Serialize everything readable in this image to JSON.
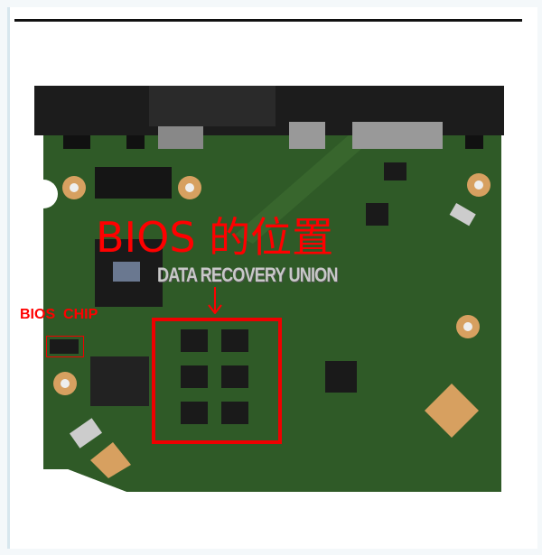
{
  "annotations": {
    "title": "BIOS 的位置",
    "watermark": "DATA RECOVERY UNION",
    "chip_label": "BIOS  CHIP"
  },
  "colors": {
    "board": "#2f5a27",
    "annotation": "#ff0000",
    "connector": "#1c1c1c"
  }
}
